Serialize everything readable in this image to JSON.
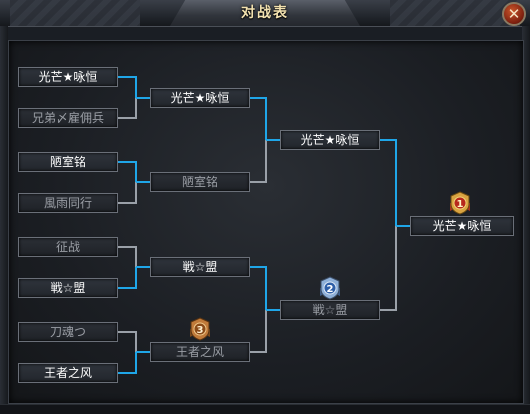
{
  "window": {
    "title": "对战表",
    "close_label": "✕"
  },
  "bracket": {
    "round1": [
      {
        "name": "光芒★咏恒",
        "won": true
      },
      {
        "name": "兄弟〆雇佣兵",
        "won": false
      },
      {
        "name": "陋室铭",
        "won": true
      },
      {
        "name": "風雨同行",
        "won": false
      },
      {
        "name": "征战",
        "won": false
      },
      {
        "name": "戦☆盟",
        "won": true
      },
      {
        "name": "刀魂つ",
        "won": false
      },
      {
        "name": "王者之风",
        "won": true
      }
    ],
    "round2": [
      {
        "name": "光芒★咏恒",
        "won": true
      },
      {
        "name": "陋室铭",
        "won": false
      },
      {
        "name": "戦☆盟",
        "won": true
      },
      {
        "name": "王者之风",
        "won": false
      }
    ],
    "round3": [
      {
        "name": "光芒★咏恒",
        "won": true
      },
      {
        "name": "戦☆盟",
        "won": false
      }
    ],
    "champion": {
      "name": "光芒★咏恒"
    },
    "medals": {
      "first": "1",
      "second": "2",
      "third": "3"
    }
  },
  "colors": {
    "connector": "#1fa6e8",
    "connector_dim": "#9aa0a8",
    "gold": "#d9a441",
    "silver": "#8fb0d8",
    "bronze": "#c07a3a"
  }
}
